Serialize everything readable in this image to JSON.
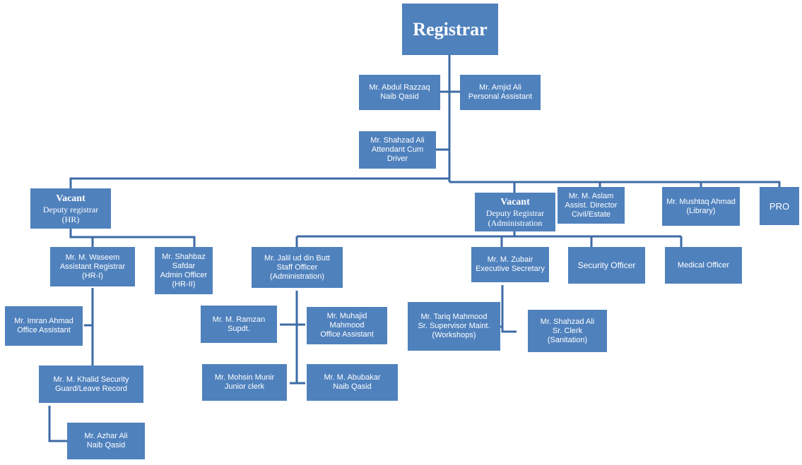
{
  "colors": {
    "box": "#4F81BD",
    "line": "#3D6BA6",
    "text": "#FFFFFF"
  },
  "registrar": {
    "title": "Registrar"
  },
  "abdul": {
    "l1": "Mr. Abdul Razzaq",
    "l2": "Naib Qasid"
  },
  "amjid": {
    "l1": "Mr. Amjid Ali",
    "l2": "Personal Assistant"
  },
  "attendant": {
    "l1": "Mr. Shahzad Ali",
    "l2": "Attendant  Cum",
    "l3": "Driver"
  },
  "dr_hr": {
    "l1": "Vacant",
    "l2": "Deputy registrar",
    "l3": "(HR)"
  },
  "dr_admin": {
    "l1": "Vacant",
    "l2": "Deputy Registrar",
    "l3": "(Administration"
  },
  "aslam": {
    "l1": "Mr. M. Aslam",
    "l2": "Assist. Director",
    "l3": "Civil/Estate"
  },
  "mushtaq": {
    "l1": "Mr. Mushtaq  Ahmad",
    "l2": "(Library)"
  },
  "pro": {
    "l1": "PRO"
  },
  "waseem": {
    "l1": "Mr. M. Waseem",
    "l2": "Assistant Registrar",
    "l3": "(HR-I)"
  },
  "shahbaz": {
    "l1": "Mr. Shahbaz Safdar",
    "l2": "Admin Officer",
    "l3": "(HR-II)"
  },
  "jalil": {
    "l1": "Mr. Jalil ud din Butt",
    "l2": "Staff Officer",
    "l3": "(Administration)"
  },
  "zubair": {
    "l1": "Mr. M. Zubair",
    "l2": "Executive Secretary"
  },
  "security": {
    "l1": "Security Officer"
  },
  "medical": {
    "l1": "Medical Officer"
  },
  "imran": {
    "l1": "Mr. Imran Ahmad",
    "l2": "Office Assistant"
  },
  "ramzan": {
    "l1": "Mr. M. Ramzan",
    "l2": "Supdt."
  },
  "muhajid": {
    "l1": "Mr. Muhajid",
    "l2": "Mahmood",
    "l3": "Office Assistant"
  },
  "tariq": {
    "l1": "Mr. Tariq Mahmood",
    "l2": "Sr. Supervisor Maint.",
    "l3": "(Workshops)"
  },
  "shahzad_clerk": {
    "l1": "Mr. Shahzad  Ali",
    "l2": "Sr. Clerk",
    "l3": "(Sanitation)"
  },
  "khalid": {
    "l1": "Mr. M. Khalid     Security",
    "l2": "Guard/Leave Record"
  },
  "mohsin": {
    "l1": "Mr. Mohsin Munir",
    "l2": "Junior clerk"
  },
  "abubakar": {
    "l1": "Mr. M. Abubakar",
    "l2": "Naib Qasid"
  },
  "azhar": {
    "l1": "Mr. Azhar Ali",
    "l2": "Naib Qasid"
  }
}
